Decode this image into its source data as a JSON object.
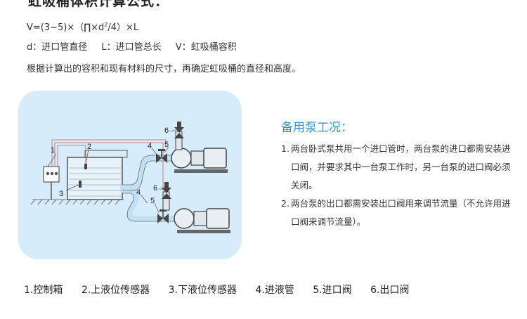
{
  "header": {
    "cut_title": "虹吸桶体积计算公式：",
    "formula_main": "V=(3~5)×（∏×d",
    "formula_sup": "2",
    "formula_rest": "/4）×L",
    "legend": [
      {
        "text": "d：进口管直径"
      },
      {
        "text": "L：进口管总长"
      },
      {
        "text": "V：虹吸桶容积"
      }
    ],
    "note": "根据计算出的容积和现有材料的尺寸，再确定虹吸桶的直径和高度。"
  },
  "diagram": {
    "callouts": [
      "1",
      "2",
      "3",
      "4",
      "5",
      "6",
      "4",
      "5",
      "6"
    ]
  },
  "conditions": {
    "title": "备用泵工况：",
    "items": [
      {
        "num": "1.",
        "text": "两台卧式泵共用一个进口管时，两台泵的进口都需安装进口阀，并要求其中一台泵工作时，另一台泵的进口阀必须关闭。"
      },
      {
        "num": "2.",
        "text": "两台泵的出口都需安装出口阀用来调节流量（不允许用进口阀来调节流量）。"
      }
    ]
  },
  "legend_items": [
    {
      "text": "1.控制箱"
    },
    {
      "text": "2.上液位传感器"
    },
    {
      "text": "3.下液位传感器"
    },
    {
      "text": "4.进液管"
    },
    {
      "text": "5.进口阀"
    },
    {
      "text": "6.出口阀"
    }
  ],
  "colors": {
    "accent": "#3192d3",
    "panel_bg": "#d7ecfa",
    "pipe": "#bfe0f5",
    "dark": "#333333"
  }
}
